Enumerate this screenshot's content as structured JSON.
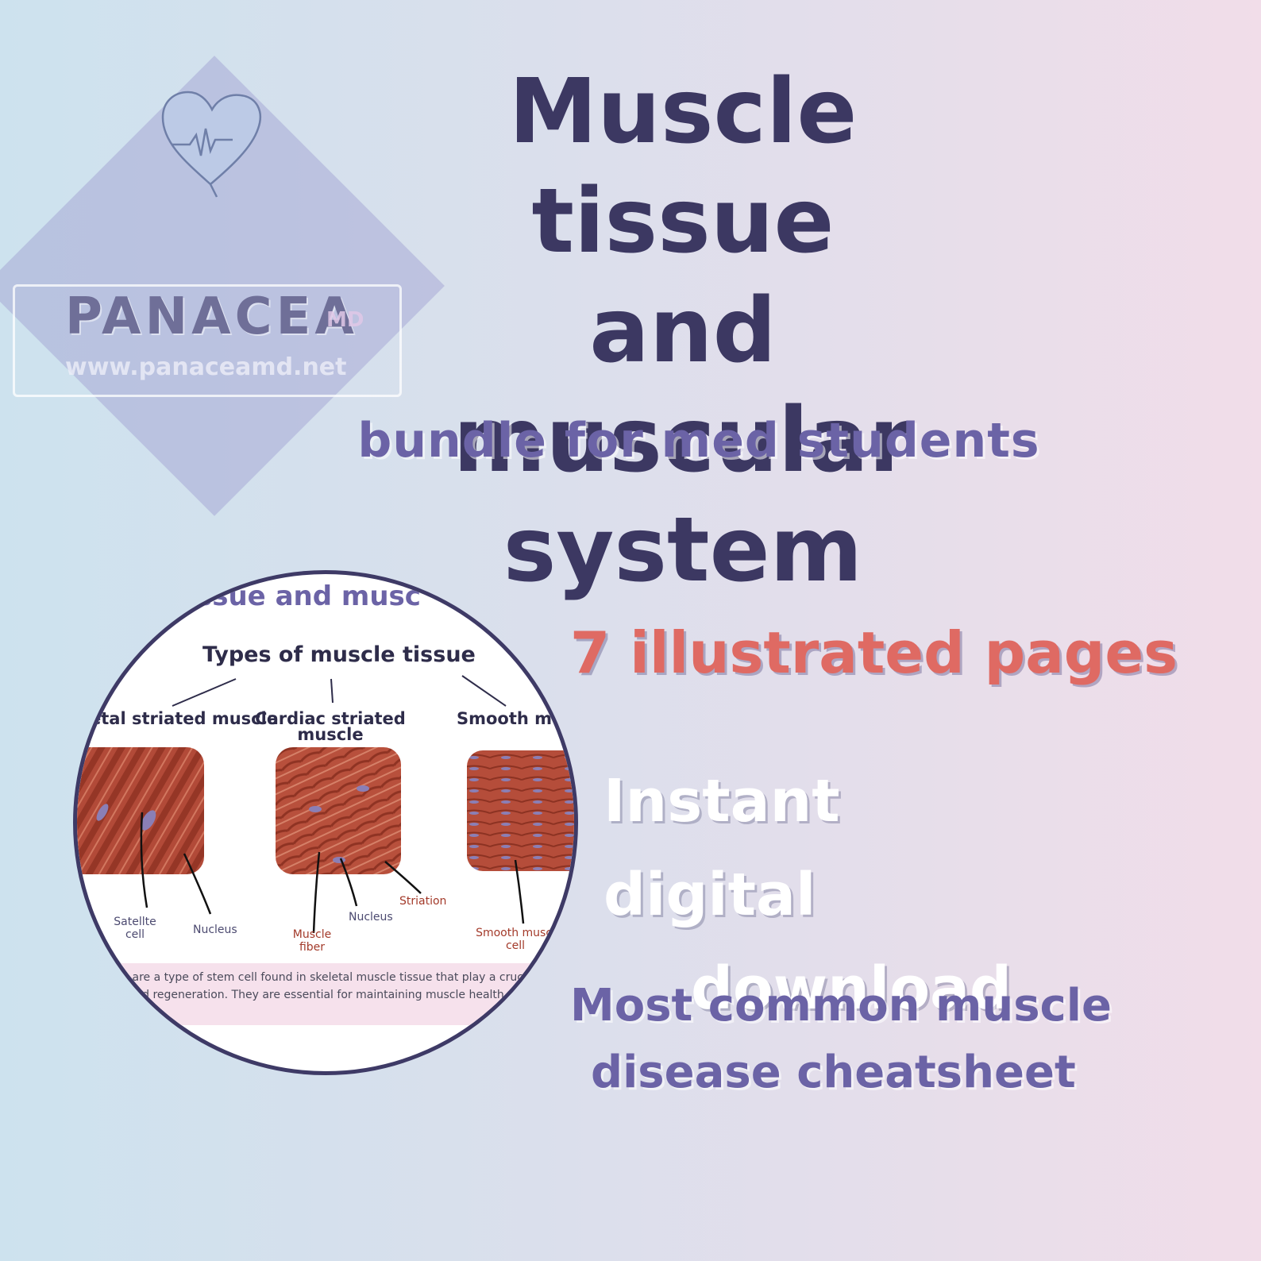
{
  "watermark": {
    "brand": "PANACEA",
    "brand_suffix": "MD",
    "url": "www.panaceamd.net"
  },
  "title": {
    "line1": "Muscle tissue",
    "line2": "and muscular",
    "line3": "system"
  },
  "subtitle": "bundle for med students",
  "features": {
    "pages": "7 illustrated pages",
    "download_line1": "Instant digital",
    "download_line2": "download",
    "cheatsheet_line1": "Most common muscle",
    "cheatsheet_line2": "disease cheatsheet"
  },
  "preview": {
    "header": "ssue and musc",
    "subtitle": "Types of muscle tissue",
    "tissue_labels": [
      "etal striated muscle",
      "Cardiac striated muscle",
      "Smooth mu"
    ],
    "annotations": {
      "satellite": "Satellte cell",
      "nucleus1": "Nucleus",
      "muscle_fiber": "Muscle fiber",
      "nucleus2": "Nucleus",
      "striation": "Striation",
      "smooth_cell": "Smooth muscl cell"
    },
    "note_line1": "lls are a type of stem cell found in skeletal muscle tissue that play a crucial r",
    "note_line2": "r, and regeneration. They are essential for maintaining muscle health ar"
  },
  "colors": {
    "title": "#3c3862",
    "accent_purple": "#6b63a6",
    "accent_red": "#df6a63",
    "muscle": "#b24a38"
  }
}
